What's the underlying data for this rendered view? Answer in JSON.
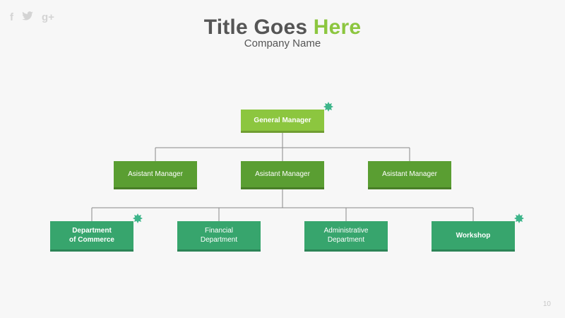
{
  "header": {
    "title_main": "Title Goes ",
    "title_accent": "Here",
    "subtitle": "Company Name"
  },
  "social": {
    "facebook": "f",
    "twitter": "🐦",
    "googleplus": "g+"
  },
  "org": {
    "general_manager": "General Manager",
    "assistant_left": "Asistant Manager",
    "assistant_center": "Asistant Manager",
    "assistant_right": "Asistant Manager",
    "dept_commerce_line1": "Department",
    "dept_commerce_line2": "of Commerce",
    "dept_financial_line1": "Financial",
    "dept_financial_line2": "Department",
    "dept_admin_line1": "Administrative",
    "dept_admin_line2": "Department",
    "dept_workshop": "Workshop"
  },
  "colors": {
    "accent_green": "#8cc63f",
    "mid_green": "#5a9e32",
    "teal_green": "#37a56d",
    "star_teal": "#3db58a"
  },
  "icons": {
    "marker": "gear-star-icon"
  },
  "page_number": "10"
}
